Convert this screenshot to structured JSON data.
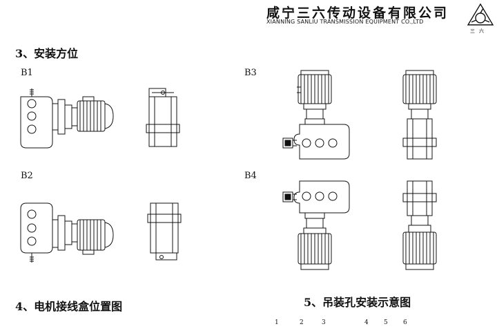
{
  "header": {
    "company_cn": "咸宁三六传动设备有限公司",
    "company_en": "XIANNING SANLIU TRANSMISSION EQUIPMENT CO.,LTD",
    "logo_text": "三六"
  },
  "sections": {
    "mounting": "3、安装方位",
    "terminal_box": "4、电机接线盒位置图",
    "lifting": "5、吊装孔安装示意图"
  },
  "labels": {
    "b1": "B1",
    "b2": "B2",
    "b3": "B3",
    "b4": "B4"
  },
  "footer_numbers": [
    "1",
    "2",
    "3",
    "4",
    "5",
    "6"
  ]
}
